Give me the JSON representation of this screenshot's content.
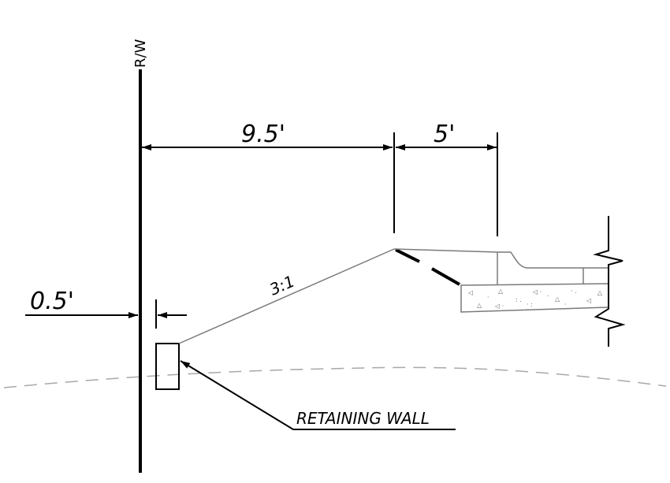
{
  "labels": {
    "row": "R/W",
    "dim_slope_width": "9.5'",
    "dim_shoulder": "5'",
    "dim_offset": "0.5'",
    "slope_ratio": "3:1",
    "retaining_wall": "RETAINING WALL"
  }
}
